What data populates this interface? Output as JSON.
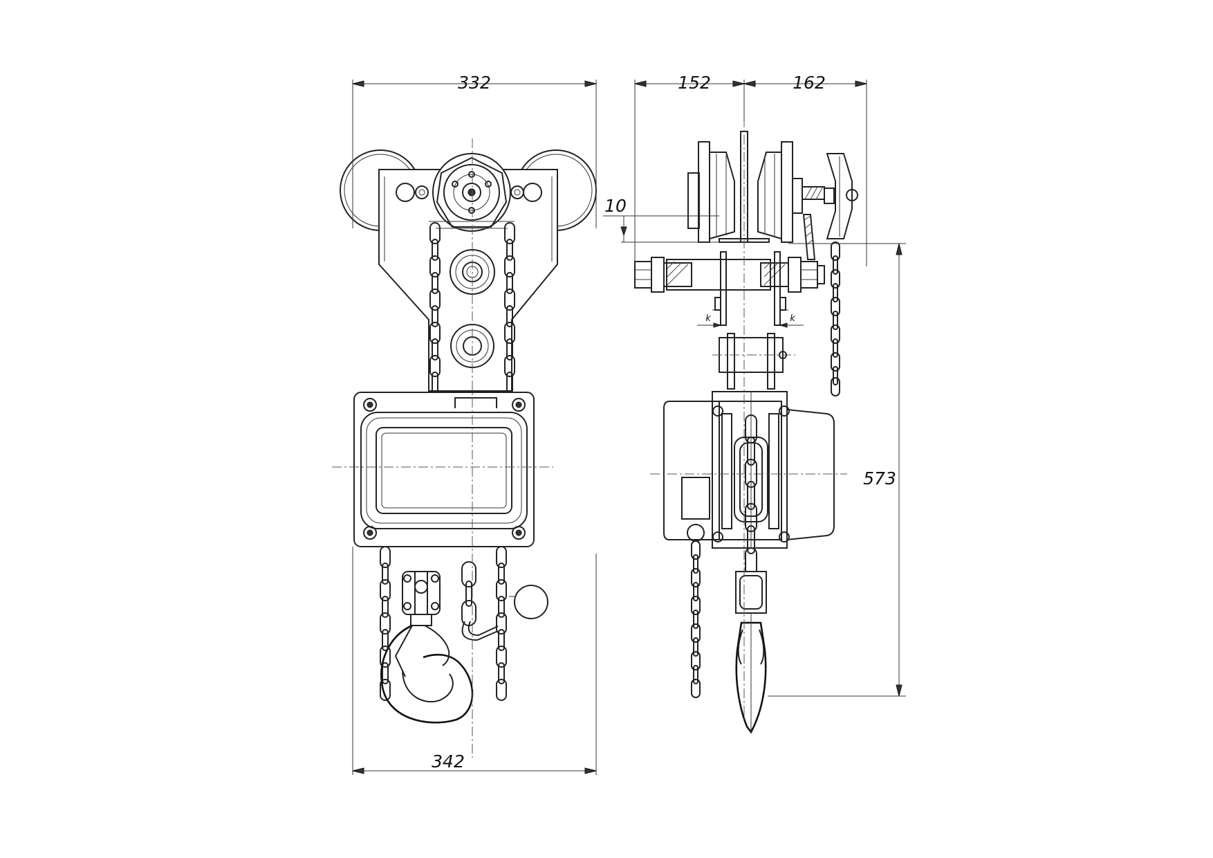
{
  "dimensions": {
    "top_width_front": "332",
    "bottom_width_front": "342",
    "side_left": "152",
    "side_right": "162",
    "flange_gap": "10",
    "total_height": "573"
  },
  "labels": {
    "clearance_k": "k"
  }
}
